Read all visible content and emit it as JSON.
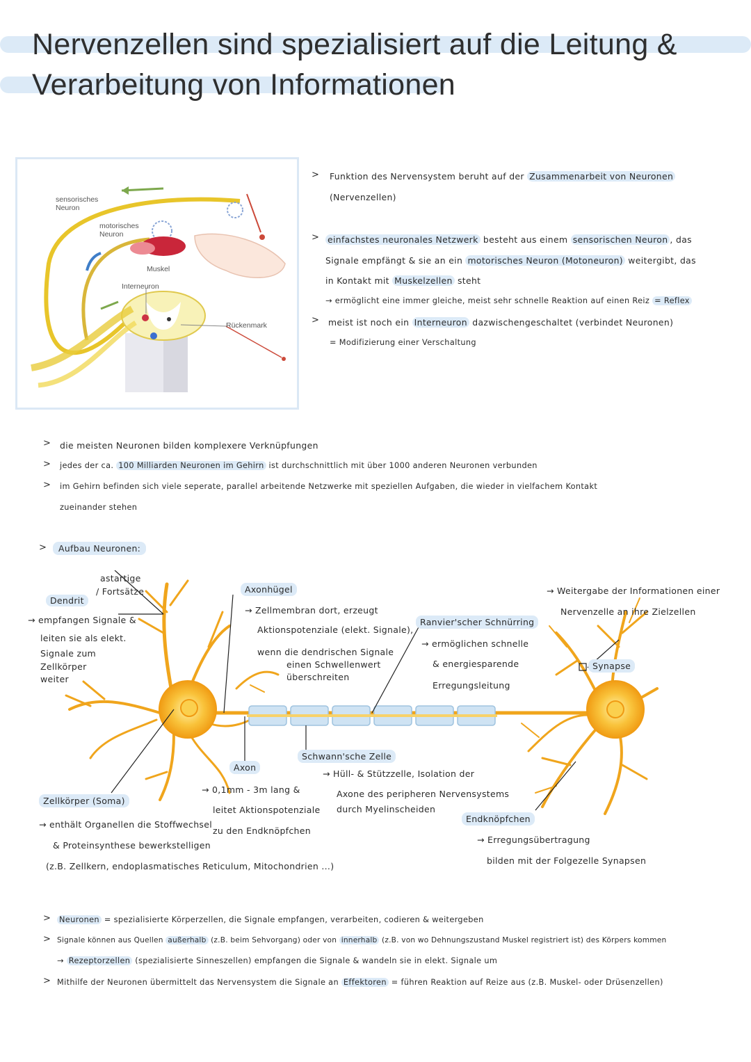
{
  "title": {
    "line1": "Nervenzellen sind spezialisiert auf die Leitung &",
    "line2": "Verarbeitung von Informationen"
  },
  "reflex_figure": {
    "labels": {
      "sensory": "sensorisches Neuron",
      "motor": "motorisches Neuron",
      "muscle": "Muskel",
      "interneuron": "Interneuron",
      "spinal_cord": "Rückenmark"
    }
  },
  "bullets_top": [
    {
      "parts": [
        "Funktion des Nervensystem beruht auf der ",
        "Zusammenarbeit von Neuronen",
        ""
      ],
      "line2": "(Nervenzellen)"
    },
    {
      "l1": [
        "einfachstes neuronales Netzwerk",
        " besteht aus einem ",
        "sensorischen Neuron",
        ", das"
      ],
      "l2": [
        "Signale empfängt & sie an ein ",
        "motorisches Neuron (Motoneuron)",
        " weitergibt, das"
      ],
      "l3": [
        "in Kontakt mit ",
        "Muskelzellen",
        " steht"
      ],
      "l4": [
        "→ ermöglicht eine immer gleiche, meist sehr schnelle Reaktion auf einen Reiz ",
        "= Reflex"
      ]
    },
    {
      "l1": [
        "meist ist noch ein ",
        "Interneuron",
        " dazwischengeschaltet (verbindet Neuronen)"
      ],
      "l2": "= Modifizierung einer Verschaltung"
    }
  ],
  "bullets_mid": {
    "b1": "die meisten Neuronen bilden komplexere Verknüpfungen",
    "b2": [
      "jedes der ca. ",
      "100 Milliarden Neuronen im Gehirn",
      " ist durchschnittlich mit über 1000 anderen Neuronen verbunden"
    ],
    "b3_l1": "im Gehirn befinden sich viele seperate, parallel arbeitende Netzwerke mit speziellen Aufgaben, die wieder in vielfachem Kontakt",
    "b3_l2": "zueinander stehen",
    "b4": "Aufbau Neuronen:"
  },
  "neuron": {
    "astartige": "astartige",
    "fortsaetze": "/ Fortsätze",
    "dendrit": "Dendrit",
    "dendrit_desc": [
      "→ empfangen Signale &",
      "leiten sie als elekt.",
      "Signale zum",
      "Zellkörper",
      "weiter"
    ],
    "axonhuegel": "Axonhügel",
    "axonhuegel_desc": [
      "→ Zellmembran dort, erzeugt",
      "Aktionspotenziale (elekt. Signale),",
      "wenn die dendrischen Signale",
      "einen Schwellenwert",
      "überschreiten"
    ],
    "ranvier": "Ranvier'scher Schnürring",
    "ranvier_desc": [
      "→ ermöglichen schnelle",
      "& energiesparende",
      "Erregungsleitung"
    ],
    "synapse_info": [
      "→ Weitergabe der Informationen einer",
      "Nervenzelle an ihre Zielzellen"
    ],
    "synapse": "Synapse",
    "axon": "Axon",
    "axon_desc": [
      "→ 0,1mm - 3m lang &",
      "leitet Aktionspotenziale",
      "zu den Endknöpfchen"
    ],
    "schwann": "Schwann'sche Zelle",
    "schwann_desc": [
      "→ Hüll- & Stützzelle, Isolation der",
      "Axone des peripheren Nervensystems",
      "durch Myelinscheiden"
    ],
    "soma": "Zellkörper (Soma)",
    "soma_desc": [
      "→ enthält Organellen die Stoffwechsel",
      "& Proteinsynthese bewerkstelligen",
      "(z.B. Zellkern, endoplasmatisches Reticulum, Mitochondrien ...)"
    ],
    "endknoepfchen": "Endknöpfchen",
    "endknoepfchen_desc": [
      "→ Erregungsübertragung",
      "bilden mit der Folgezelle Synapsen"
    ]
  },
  "bullets_bottom": {
    "b1": [
      "Neuronen",
      " = spezialisierte Körperzellen, die Signale empfangen, verarbeiten, codieren & weitergeben"
    ],
    "b2": [
      "Signale können aus Quellen ",
      "außerhalb",
      " (z.B. beim Sehvorgang) oder von ",
      "innerhalb",
      " (z.B. von wo Dehnungszustand Muskel registriert ist) des Körpers kommen"
    ],
    "b2_sub": [
      "→ ",
      "Rezeptorzellen",
      " (spezialisierte Sinneszellen) empfangen die Signale & wandeln sie in elekt. Signale um"
    ],
    "b3": [
      "Mithilfe der Neuronen übermittelt das Nervensystem die Signale an ",
      "Effektoren",
      " = führen Reaktion auf Reize aus (z.B. Muskel- oder Drüsenzellen)"
    ]
  },
  "colors": {
    "highlight": "#dceaf7",
    "neuron": "#f4a81c",
    "myelin": "#cfe3f3"
  }
}
